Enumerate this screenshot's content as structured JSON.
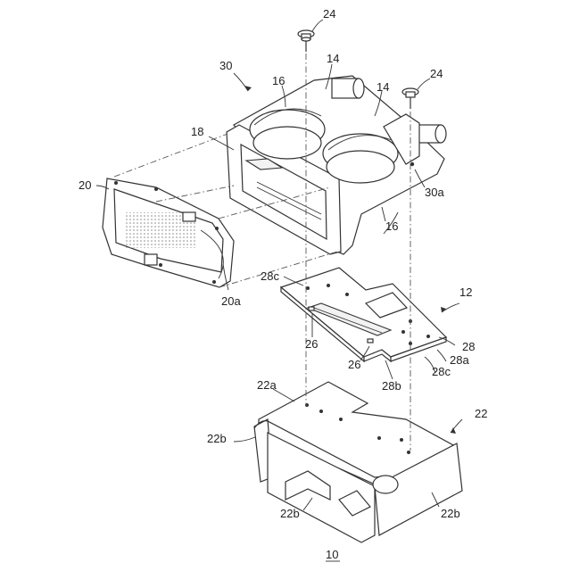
{
  "figure": {
    "title": "10",
    "labels": {
      "l24_top": "24",
      "l24_right": "24",
      "l30": "30",
      "l14_left": "14",
      "l14_right": "14",
      "l16_left": "16",
      "l16_right": "16",
      "l18": "18",
      "l20": "20",
      "l20a": "20a",
      "l30a": "30a",
      "l28c_top": "28c",
      "l12": "12",
      "l26_a": "26",
      "l26_b": "26",
      "l28": "28",
      "l28a": "28a",
      "l28c_bottom": "28c",
      "l28b": "28b",
      "l22a": "22a",
      "l22": "22",
      "l22b_left": "22b",
      "l22b_bottom": "22b",
      "l22b_right": "22b"
    }
  }
}
